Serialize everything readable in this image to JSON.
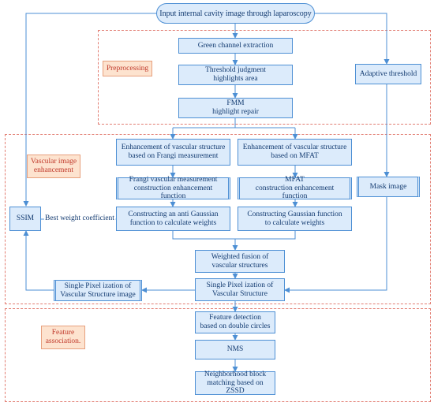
{
  "start": "Input internal cavity image through laparoscopy",
  "groups": {
    "preprocessing": "Preprocessing",
    "enhancement": "Vascular image\nenhancement",
    "feature": "Feature\nassociation."
  },
  "nodes": {
    "green_channel": "Green channel extraction",
    "threshold": "Threshold judgment\nhighlights area",
    "fmm": "FMM\nhighlight repair",
    "adaptive": "Adaptive threshold",
    "frangi_enh": "Enhancement of vascular structure\nbased on Frangi measurement",
    "mfat_enh": "Enhancement of vascular structure\nbased on MFAT",
    "frangi_fn": "Frangi vascular measurement\nconstruction enhancement function",
    "mfat_fn": "MFAT\nconstruction enhancement function",
    "mask": "Mask image",
    "ssim": "SSIM",
    "anti_gauss": "Constructing an anti Gaussian\nfunction to calculate weights",
    "gauss": "Constructing Gaussian function\nto calculate weights",
    "fusion": "Weighted fusion of\nvascular structures",
    "single_pixel": "Single Pixel ization of\nVascular Structure",
    "single_pixel_img": "Single Pixel ization of\nVascular Structure image",
    "feature_det": "Feature detection\nbased on double circles",
    "nms": "NMS",
    "block_match": "Neighborhood block\nmatching based on ZSSD"
  },
  "edge_labels": {
    "best_weight": "Best weight coefficient"
  }
}
